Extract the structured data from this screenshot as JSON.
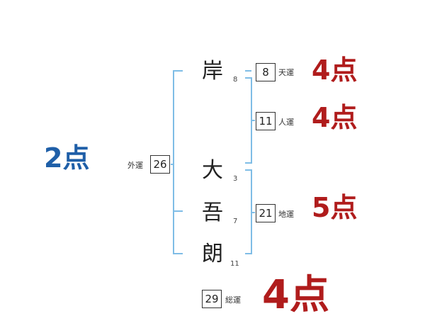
{
  "colors": {
    "bracket": "#7fbde6",
    "score_red": "#b01c1c",
    "score_blue": "#1f5fa8"
  },
  "name": {
    "characters": [
      {
        "char": "岸",
        "strokes": "8"
      },
      {
        "char": "大",
        "strokes": "3"
      },
      {
        "char": "吾",
        "strokes": "7"
      },
      {
        "char": "朗",
        "strokes": "11"
      }
    ]
  },
  "fortunes": {
    "tenkaku": {
      "value": "8",
      "label": "天運",
      "score": "4点"
    },
    "jinkaku": {
      "value": "11",
      "label": "人運",
      "score": "4点"
    },
    "chikaku": {
      "value": "21",
      "label": "地運",
      "score": "5点"
    },
    "gaikaku": {
      "value": "26",
      "label": "外運",
      "score": "2点"
    },
    "soukaku": {
      "value": "29",
      "label": "総運",
      "score": "4点"
    }
  }
}
